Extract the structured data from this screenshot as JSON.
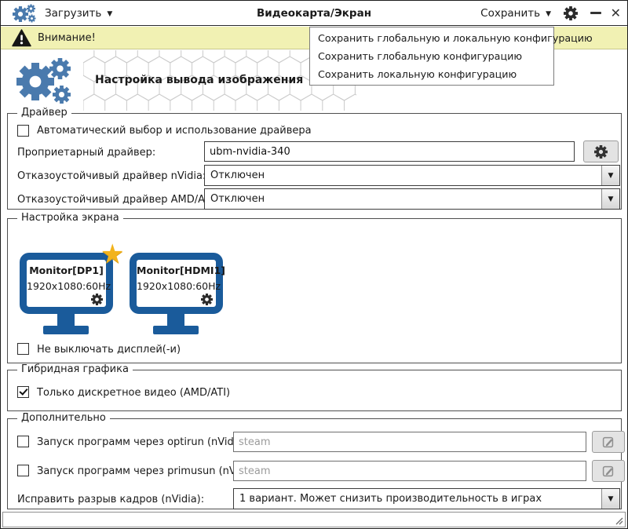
{
  "window": {
    "title": "Видеокарта/Экран"
  },
  "toolbar": {
    "load": "Загрузить",
    "save": "Сохранить"
  },
  "warning_bar": {
    "text": "Внимание!"
  },
  "save_menu": {
    "items": [
      "Сохранить глобальную и локальную конфигурацию",
      "Сохранить глобальную конфигурацию",
      "Сохранить локальную конфигурацию"
    ]
  },
  "header": {
    "title": "Настройка вывода изображения"
  },
  "driver": {
    "legend": "Драйвер",
    "auto_select_label": "Автоматический выбор и использование драйвера",
    "auto_select_checked": false,
    "proprietary_label": "Проприетарный драйвер:",
    "proprietary_value": "ubm-nvidia-340",
    "failsafe_nvidia_label": "Отказоустойчивый драйвер nVidia:",
    "failsafe_nvidia_value": "Отключен",
    "failsafe_amd_label": "Отказоустойчивый драйвер AMD/ATI:",
    "failsafe_amd_value": "Отключен"
  },
  "screen": {
    "legend": "Настройка экрана",
    "monitors": [
      {
        "name": "Monitor[DP1]",
        "mode": "1920x1080:60Hz",
        "primary": true
      },
      {
        "name": "Monitor[HDMI1]",
        "mode": "1920x1080:60Hz",
        "primary": false
      }
    ],
    "keep_on_label": "Не выключать дисплей(-и)",
    "keep_on_checked": false
  },
  "hybrid": {
    "legend": "Гибридная графика",
    "discrete_only_label": "Только дискретное видео (AMD/ATI)",
    "discrete_only_checked": true
  },
  "extra": {
    "legend": "Дополнительно",
    "optirun_label": "Запуск программ через optirun (nVidia):",
    "optirun_checked": false,
    "optirun_placeholder": "steam",
    "primusun_label": "Запуск программ через primusun (nVidia):",
    "primusun_checked": false,
    "primusun_placeholder": "steam",
    "tear_fix_label": "Исправить разрыв кадров (nVidia):",
    "tear_fix_value": "1 вариант. Может снизить производительность в играх"
  },
  "colors": {
    "accent_blue": "#4a7aad",
    "monitor_blue": "#1a5b9b",
    "warning_bg": "#f1f1b3",
    "star_gold": "#f2b31d"
  }
}
